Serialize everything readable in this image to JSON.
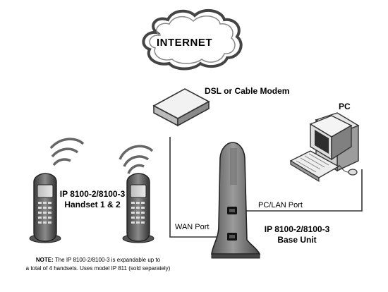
{
  "internet": {
    "label": "INTERNET"
  },
  "modem": {
    "label": "DSL or Cable Modem"
  },
  "pc": {
    "label": "PC"
  },
  "ports": {
    "pc_lan": "PC/LAN Port",
    "wan": "WAN Port"
  },
  "base_unit": {
    "line1": "IP 8100-2/8100-3",
    "line2": "Base Unit"
  },
  "handsets": {
    "line1": "IP 8100-2/8100-3",
    "line2": "Handset 1 & 2"
  },
  "note": {
    "prefix": "NOTE:",
    "line1": "The IP 8100-2/8100-3 is expandable up to",
    "line2": "a total of 4 handsets. Uses model IP 811 (sold separately)"
  }
}
